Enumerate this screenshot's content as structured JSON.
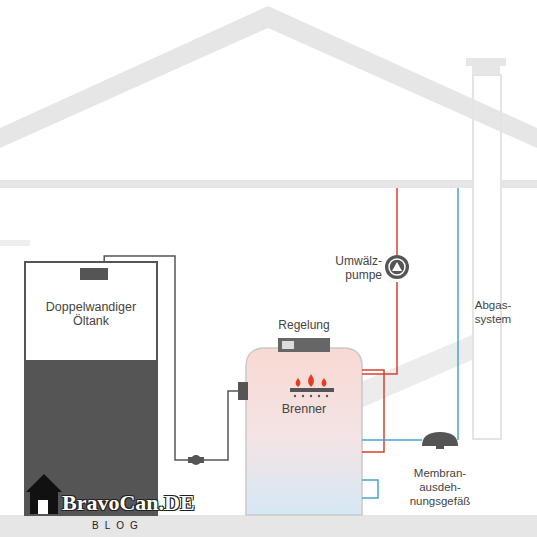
{
  "diagram": {
    "nodes": [
      {
        "text": [
          "Doppelwandiger Öltank"
        ]
      },
      {
        "text": [
          "Regelung",
          "Brenner"
        ]
      },
      {
        "text": [
          "Umwälz- pumpe"
        ]
      },
      {
        "text": [
          "Abgas- system"
        ]
      },
      {
        "text": [
          "Membran- ausdeh- nungsgefäß"
        ]
      }
    ],
    "edges": [
      {
        "from": 0,
        "to": 1,
        "arrow": "none"
      },
      {
        "from": 1,
        "to": 2,
        "arrow": "none"
      },
      {
        "from": 1,
        "to": 4,
        "arrow": "none"
      }
    ],
    "labels": [
      "BravoCan.DE",
      "BLOG"
    ]
  }
}
